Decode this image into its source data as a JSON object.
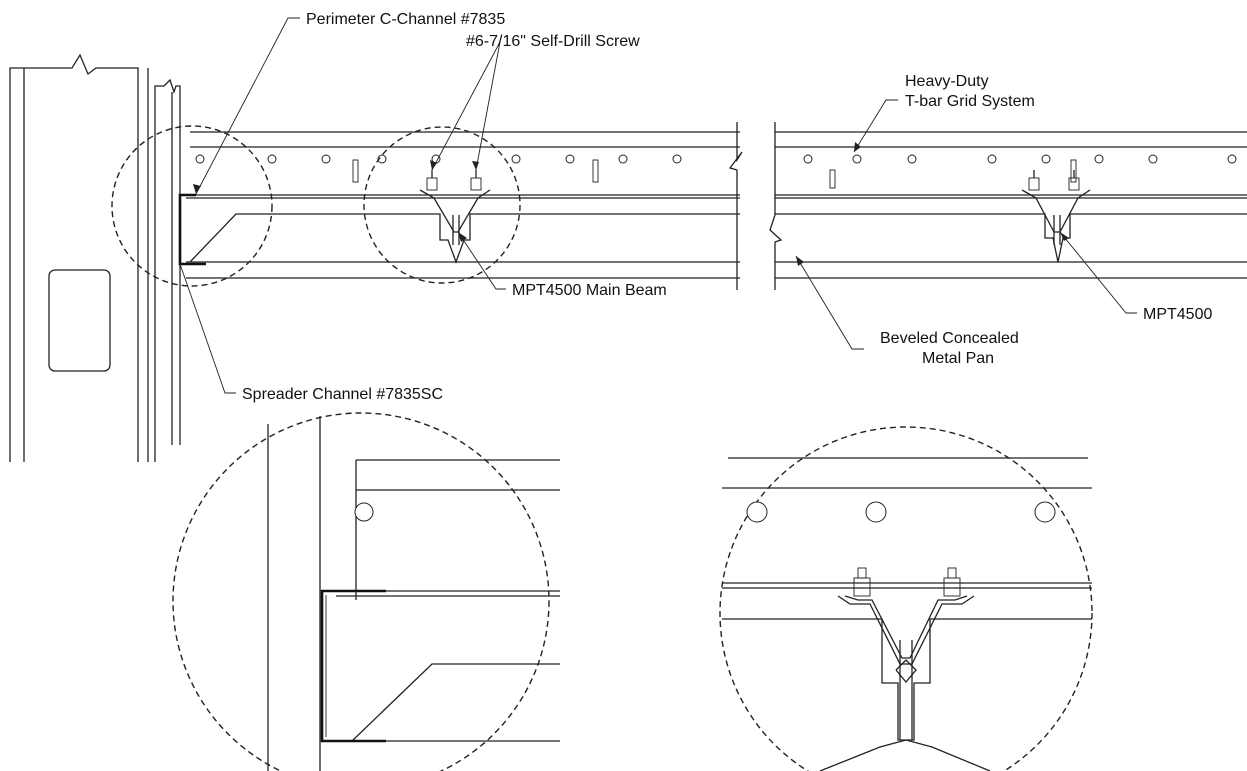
{
  "labels": {
    "perimeter_c_channel": "Perimeter C-Channel #7835",
    "self_drill_screw": "#6-7/16\" Self-Drill Screw",
    "grid_system_line1": "Heavy-Duty",
    "grid_system_line2": "T-bar Grid System",
    "main_beam": "MPT4500 Main Beam",
    "mpt4500": "MPT4500",
    "metal_pan_line1": "Beveled Concealed",
    "metal_pan_line2": "Metal Pan",
    "spreader_channel": "Spreader Channel #7835SC"
  }
}
